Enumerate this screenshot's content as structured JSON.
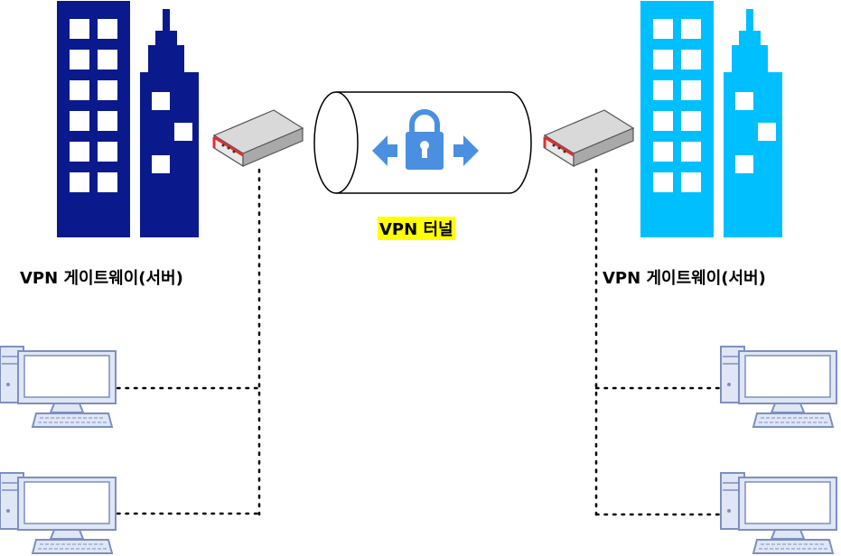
{
  "diagram": {
    "tunnel_label": "VPN 터널",
    "left_gateway_label": "VPN 게이트웨이(서버)",
    "right_gateway_label": "VPN 게이트웨이(서버)"
  },
  "colors": {
    "left_building": "#0a1a8c",
    "right_building": "#00bfff",
    "lock": "#4a8fe0",
    "tunnel_highlight": "#ffff00",
    "router_accent": "#e03030",
    "computer_outline": "#7d8fbf",
    "computer_fill": "#dfe6f5"
  },
  "icons": [
    "building-icon",
    "router-icon",
    "lock-icon",
    "arrow-left-icon",
    "arrow-right-icon",
    "computer-icon"
  ]
}
